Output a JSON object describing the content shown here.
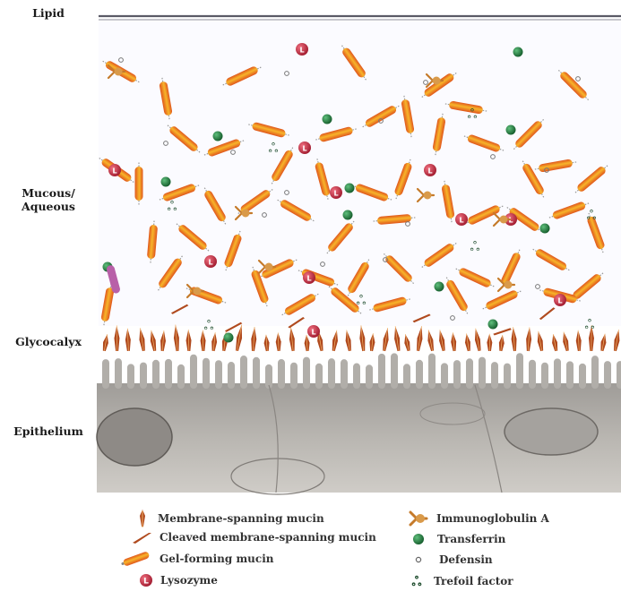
{
  "layers": {
    "lipid": "Lipid",
    "mucous": "Mucous/\nAqueous",
    "glycocalyx": "Glycocalyx",
    "epithelium": "Epithelium"
  },
  "legend": {
    "membrane_mucin": "Membrane-spanning mucin",
    "cleaved_mucin": "Cleaved membrane-spanning mucin",
    "gel_mucin": "Gel-forming mucin",
    "lysozyme": "Lysozyme",
    "iga": "Immunoglobulin A",
    "transferrin": "Transferrin",
    "defensin": "Defensin",
    "trefoil": "Trefoil factor"
  },
  "icons": {
    "lysozyme_letter": "L",
    "trefoil_glyph": "ஃ"
  },
  "colors": {
    "gel_mucin_core": "#f2a020",
    "gel_mucin_edge": "#e0561c",
    "lysozyme": "#c0283c",
    "transferrin": "#1e7a3c",
    "membrane_mucin": "#b04a1e",
    "epithelium": "#b8b5b0",
    "iga": "#d99a4a"
  }
}
